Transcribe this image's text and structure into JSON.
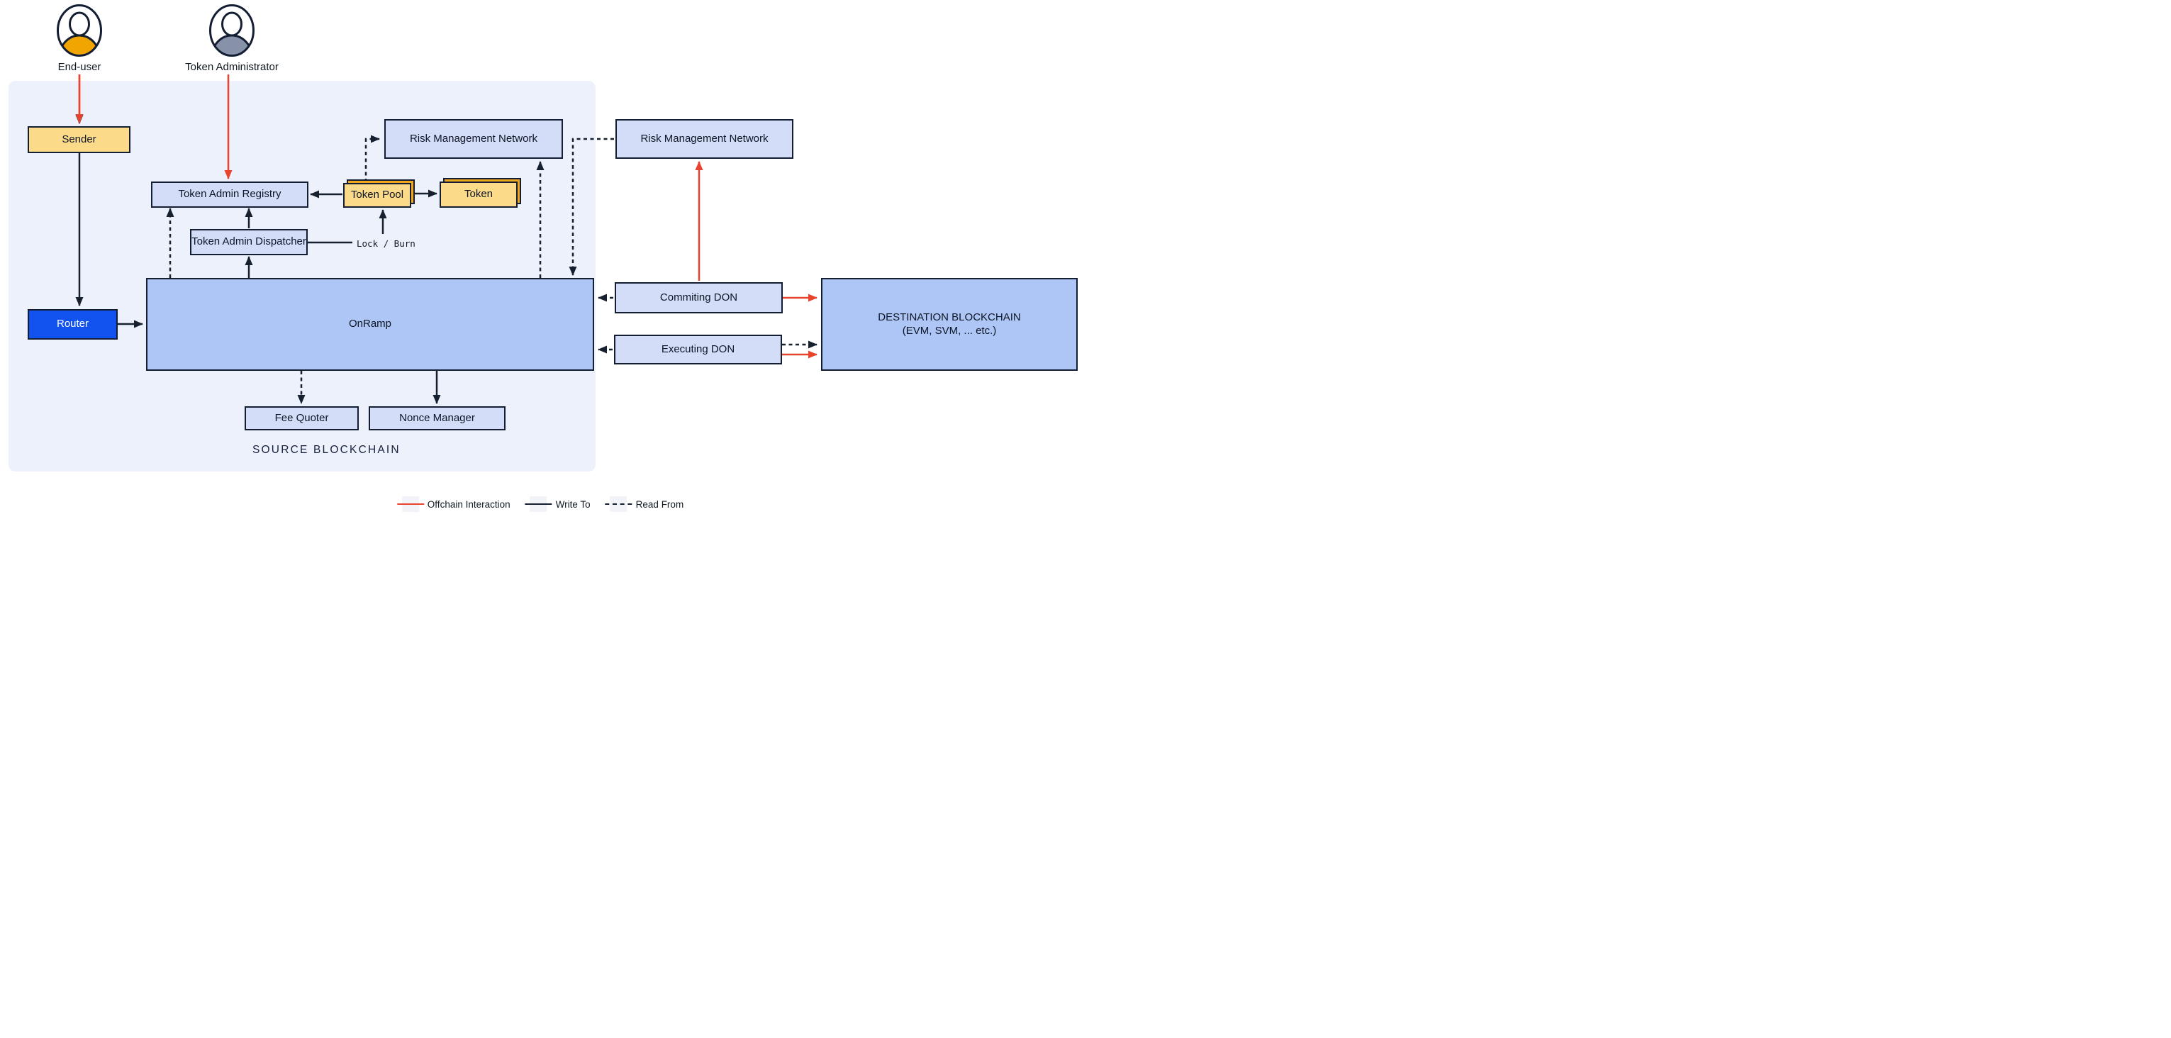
{
  "actors": [
    {
      "label": "End-user",
      "shoulder_color": "#F0A500"
    },
    {
      "label": "Token Administrator",
      "shoulder_color": "#8792A8"
    }
  ],
  "nodes": {
    "sender": "Sender",
    "router": "Router",
    "token_admin_registry": "Token Admin Registry",
    "token_admin_dispatcher": "Token Admin Dispatcher",
    "token_pool": "Token Pool",
    "token": "Token",
    "risk_mgmt_left": "Risk Management Network",
    "risk_mgmt_right": "Risk Management Network",
    "onramp": "OnRamp",
    "fee_quoter": "Fee Quoter",
    "nonce_manager": "Nonce Manager",
    "commiting_don": "Commiting DON",
    "executing_don": "Executing DON",
    "destination_line1": "DESTINATION BLOCKCHAIN",
    "destination_line2": "(EVM, SVM, ... etc.)"
  },
  "annotations": {
    "lock_burn": "Lock / Burn",
    "source_panel_caption": "SOURCE BLOCKCHAIN"
  },
  "legend": {
    "offchain": "Offchain Interaction",
    "write_to": "Write To",
    "read_from": "Read From"
  },
  "colors": {
    "panel_bg": "#EDF1FC",
    "node_blue_light": "#D3DDF8",
    "node_blue_mid": "#ADC6F5",
    "node_yellow": "#FBDB8A",
    "stack_orange": "#F2A71B",
    "router_blue": "#1253F0",
    "line_dark": "#16202F",
    "line_red": "#E8432E",
    "border_dark": "#141E33"
  }
}
